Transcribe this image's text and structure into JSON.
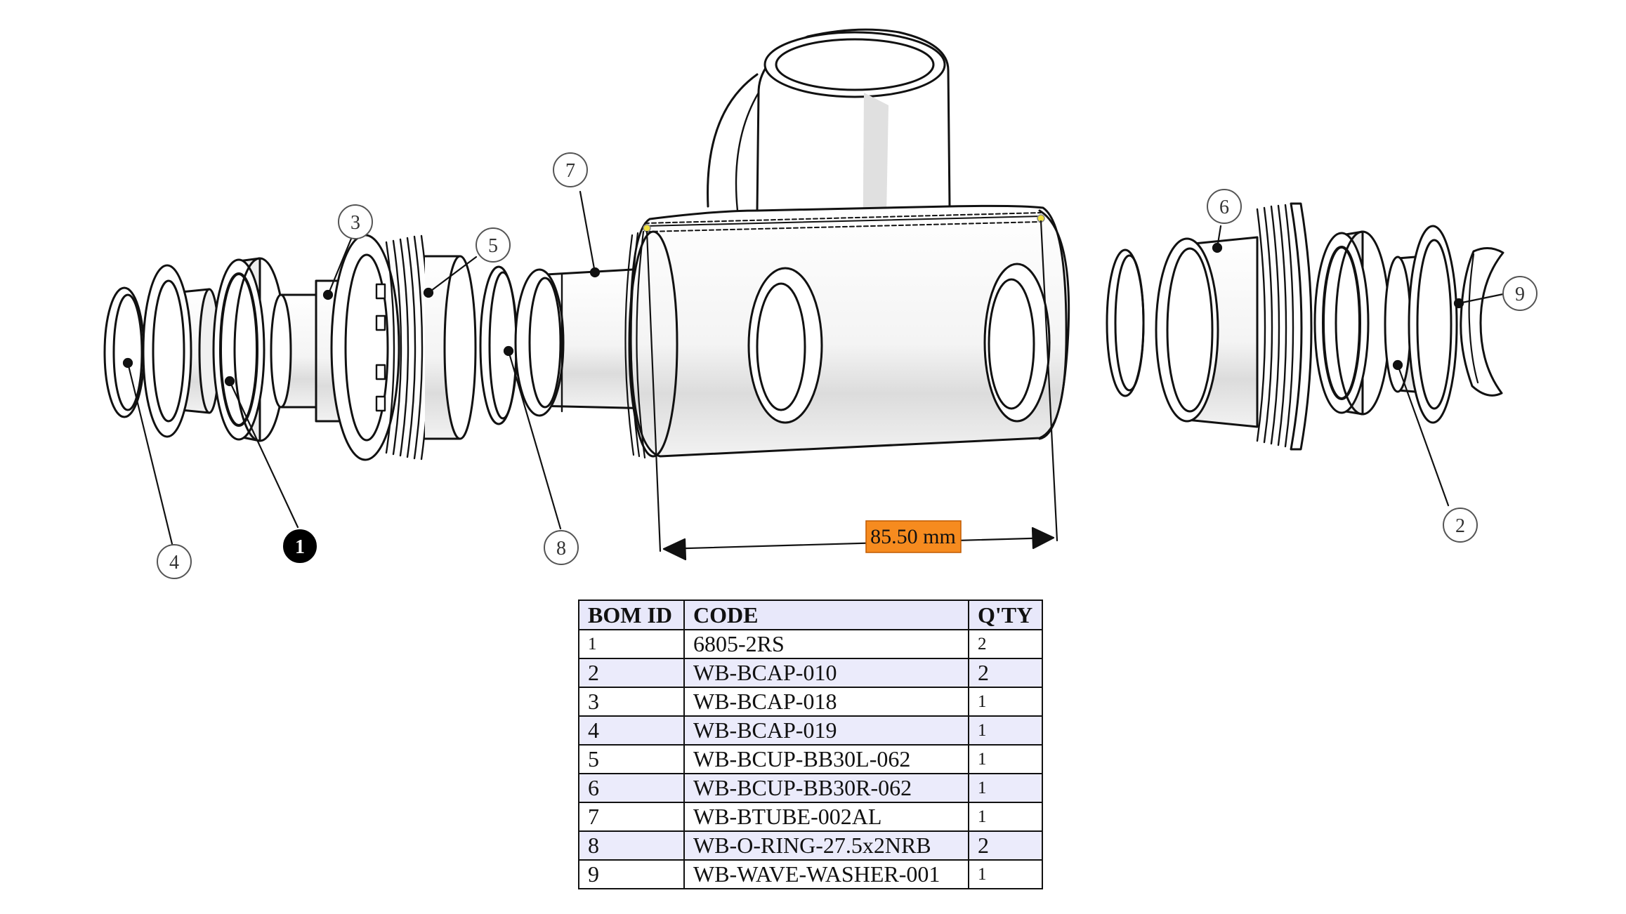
{
  "dimension": {
    "label": "85.50 mm",
    "value": 85.5,
    "unit": "mm",
    "highlight_color": "#f68b1f"
  },
  "callouts": [
    {
      "id": "1",
      "selected": true
    },
    {
      "id": "2"
    },
    {
      "id": "3"
    },
    {
      "id": "4"
    },
    {
      "id": "5"
    },
    {
      "id": "6"
    },
    {
      "id": "7"
    },
    {
      "id": "8"
    },
    {
      "id": "9"
    }
  ],
  "bom": {
    "headers": {
      "id": "BOM ID",
      "code": "CODE",
      "qty": "Q'TY"
    },
    "rows": [
      {
        "id": "1",
        "code": "6805-2RS",
        "qty": "2"
      },
      {
        "id": "2",
        "code": "WB-BCAP-010",
        "qty": "2"
      },
      {
        "id": "3",
        "code": "WB-BCAP-018",
        "qty": "1"
      },
      {
        "id": "4",
        "code": "WB-BCAP-019",
        "qty": "1"
      },
      {
        "id": "5",
        "code": "WB-BCUP-BB30L-062",
        "qty": "1"
      },
      {
        "id": "6",
        "code": "WB-BCUP-BB30R-062",
        "qty": "1"
      },
      {
        "id": "7",
        "code": "WB-BTUBE-002AL",
        "qty": "1"
      },
      {
        "id": "8",
        "code": "WB-O-RING-27.5x2NRB",
        "qty": "2"
      },
      {
        "id": "9",
        "code": "WB-WAVE-WASHER-001",
        "qty": "1"
      }
    ],
    "header_bg": "#e8e8fa",
    "alt_row_bg": "#ebebfb"
  }
}
